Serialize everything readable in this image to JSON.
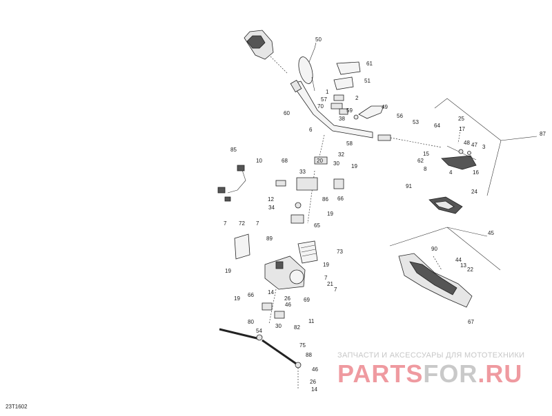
{
  "diagram": {
    "code": "23T1602",
    "watermark": {
      "tagline": "ЗАПЧАСТИ И АКСЕССУАРЫ ДЛЯ МОТОТЕХНИКИ",
      "brand_part1": "PARTS",
      "brand_part2": "FOR",
      "brand_part3": ".RU"
    },
    "callouts": [
      {
        "id": "c50",
        "label": "50"
      },
      {
        "id": "c61",
        "label": "61"
      },
      {
        "id": "c51",
        "label": "51"
      },
      {
        "id": "c1",
        "label": "1"
      },
      {
        "id": "c2",
        "label": "2"
      },
      {
        "id": "c57",
        "label": "57"
      },
      {
        "id": "c70",
        "label": "70"
      },
      {
        "id": "c59",
        "label": "59"
      },
      {
        "id": "c49",
        "label": "49"
      },
      {
        "id": "c38",
        "label": "38"
      },
      {
        "id": "c60",
        "label": "60"
      },
      {
        "id": "c56",
        "label": "56"
      },
      {
        "id": "c53",
        "label": "53"
      },
      {
        "id": "c64",
        "label": "64"
      },
      {
        "id": "c25",
        "label": "25"
      },
      {
        "id": "c17",
        "label": "17"
      },
      {
        "id": "c87",
        "label": "87"
      },
      {
        "id": "c6",
        "label": "6"
      },
      {
        "id": "c58",
        "label": "58"
      },
      {
        "id": "c48",
        "label": "48"
      },
      {
        "id": "c47",
        "label": "47"
      },
      {
        "id": "c3",
        "label": "3"
      },
      {
        "id": "c15",
        "label": "15"
      },
      {
        "id": "c62",
        "label": "62"
      },
      {
        "id": "c8",
        "label": "8"
      },
      {
        "id": "c4",
        "label": "4"
      },
      {
        "id": "c16",
        "label": "16"
      },
      {
        "id": "c85",
        "label": "85"
      },
      {
        "id": "c32",
        "label": "32"
      },
      {
        "id": "c10",
        "label": "10"
      },
      {
        "id": "c68",
        "label": "68"
      },
      {
        "id": "c20",
        "label": "20"
      },
      {
        "id": "c30a",
        "label": "30"
      },
      {
        "id": "c33",
        "label": "33"
      },
      {
        "id": "c19a",
        "label": "19"
      },
      {
        "id": "c24",
        "label": "24"
      },
      {
        "id": "c91",
        "label": "91"
      },
      {
        "id": "c66a",
        "label": "66"
      },
      {
        "id": "c12",
        "label": "12"
      },
      {
        "id": "c86",
        "label": "86"
      },
      {
        "id": "c34",
        "label": "34"
      },
      {
        "id": "c19b",
        "label": "19"
      },
      {
        "id": "c7a",
        "label": "7"
      },
      {
        "id": "c72",
        "label": "72"
      },
      {
        "id": "c7b",
        "label": "7"
      },
      {
        "id": "c65",
        "label": "65"
      },
      {
        "id": "c45",
        "label": "45"
      },
      {
        "id": "c89",
        "label": "89"
      },
      {
        "id": "c90",
        "label": "90"
      },
      {
        "id": "c73",
        "label": "73"
      },
      {
        "id": "c19c",
        "label": "19"
      },
      {
        "id": "c44",
        "label": "44"
      },
      {
        "id": "c13",
        "label": "13"
      },
      {
        "id": "c22",
        "label": "22"
      },
      {
        "id": "c19d",
        "label": "19"
      },
      {
        "id": "c7c",
        "label": "7"
      },
      {
        "id": "c21",
        "label": "21"
      },
      {
        "id": "c7d",
        "label": "7"
      },
      {
        "id": "c14a",
        "label": "14"
      },
      {
        "id": "c66b",
        "label": "66"
      },
      {
        "id": "c26a",
        "label": "26"
      },
      {
        "id": "c69",
        "label": "69"
      },
      {
        "id": "c19e",
        "label": "19"
      },
      {
        "id": "c46a",
        "label": "46"
      },
      {
        "id": "c11",
        "label": "11"
      },
      {
        "id": "c80",
        "label": "80"
      },
      {
        "id": "c30b",
        "label": "30"
      },
      {
        "id": "c82",
        "label": "82"
      },
      {
        "id": "c67",
        "label": "67"
      },
      {
        "id": "c54",
        "label": "54"
      },
      {
        "id": "c75",
        "label": "75"
      },
      {
        "id": "c88",
        "label": "88"
      },
      {
        "id": "c46b",
        "label": "46"
      },
      {
        "id": "c26b",
        "label": "26"
      },
      {
        "id": "c14b",
        "label": "14"
      }
    ]
  }
}
